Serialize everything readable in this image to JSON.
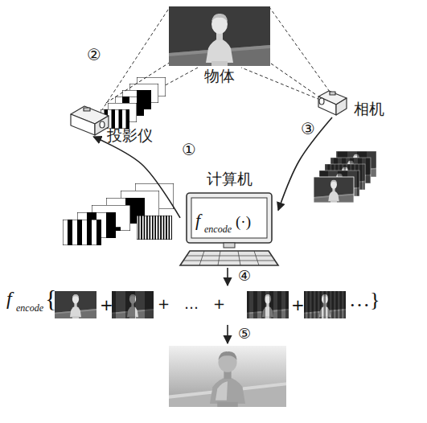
{
  "diagram": {
    "nodes": [
      {
        "text": [
          "物体"
        ]
      },
      {
        "text": [
          "投影仪"
        ]
      },
      {
        "text": [
          "相机"
        ]
      },
      {
        "text": [
          "计算机"
        ]
      }
    ],
    "edges": [
      {
        "from": 3,
        "to": 1,
        "arrow": "to",
        "label": "①"
      },
      {
        "from": 1,
        "to": 0,
        "arrow": "none",
        "label": "②"
      },
      {
        "from": 2,
        "to": 3,
        "arrow": "to",
        "label": "③"
      },
      {
        "from": 2,
        "to": 0,
        "arrow": "none"
      }
    ],
    "labels": [
      "f",
      "encode",
      "(·)",
      "④",
      "f",
      "encode",
      "{",
      "+",
      "+…+",
      "+",
      "…}",
      "⑤"
    ]
  }
}
